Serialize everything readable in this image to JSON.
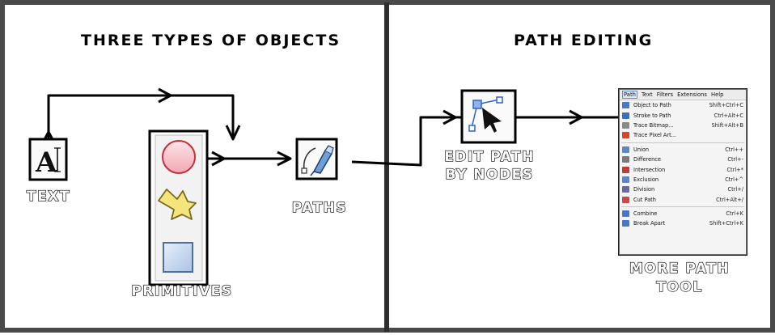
{
  "sections": {
    "left_title": "THREE TYPES OF OBJECTS",
    "right_title": "PATH EDITING"
  },
  "labels": {
    "text": "TEXT",
    "primitives": "PRIMITIVES",
    "paths": "PATHS",
    "edit_path_line1": "EDIT PATH",
    "edit_path_line2": "BY NODES",
    "more_path_line1": "MORE PATH",
    "more_path_line2": "TOOL"
  },
  "menu": {
    "bar": [
      "Path",
      "Text",
      "Filters",
      "Extensions",
      "Help"
    ],
    "items": [
      {
        "label": "Object to Path",
        "shortcut": "Shift+Ctrl+C",
        "icon": "object-to-path-icon",
        "color": "#4a78c8"
      },
      {
        "label": "Stroke to Path",
        "shortcut": "Ctrl+Alt+C",
        "icon": "stroke-to-path-icon",
        "color": "#3a6fc0"
      },
      {
        "label": "Trace Bitmap...",
        "shortcut": "Shift+Alt+B",
        "icon": "trace-bitmap-icon",
        "color": "#8a8a8a"
      },
      {
        "label": "Trace Pixel Art...",
        "shortcut": "",
        "icon": "trace-pixel-art-icon",
        "color": "#d9452b"
      },
      {
        "label": "Union",
        "shortcut": "Ctrl++",
        "icon": "union-icon",
        "color": "#5b86c9"
      },
      {
        "label": "Difference",
        "shortcut": "Ctrl+-",
        "icon": "difference-icon",
        "color": "#7a7a7a"
      },
      {
        "label": "Intersection",
        "shortcut": "Ctrl+*",
        "icon": "intersection-icon",
        "color": "#c23b3b"
      },
      {
        "label": "Exclusion",
        "shortcut": "Ctrl+^",
        "icon": "exclusion-icon",
        "color": "#5b86c9"
      },
      {
        "label": "Division",
        "shortcut": "Ctrl+/",
        "icon": "division-icon",
        "color": "#6b6b9b"
      },
      {
        "label": "Cut Path",
        "shortcut": "Ctrl+Alt+/",
        "icon": "cut-path-icon",
        "color": "#c94a4a"
      },
      {
        "label": "Combine",
        "shortcut": "Ctrl+K",
        "icon": "combine-icon",
        "color": "#4a78c8"
      },
      {
        "label": "Break Apart",
        "shortcut": "Shift+Ctrl+K",
        "icon": "break-apart-icon",
        "color": "#4a78c8"
      }
    ]
  },
  "colors": {
    "frame": "#4a4a4a",
    "circle_fill": "#f6c4cb",
    "circle_stroke": "#c0303f",
    "star_fill": "#f1e27a",
    "square_fill": "#c9daf0",
    "square_stroke": "#4f6f9c",
    "node_handle": "#2e62c9"
  }
}
